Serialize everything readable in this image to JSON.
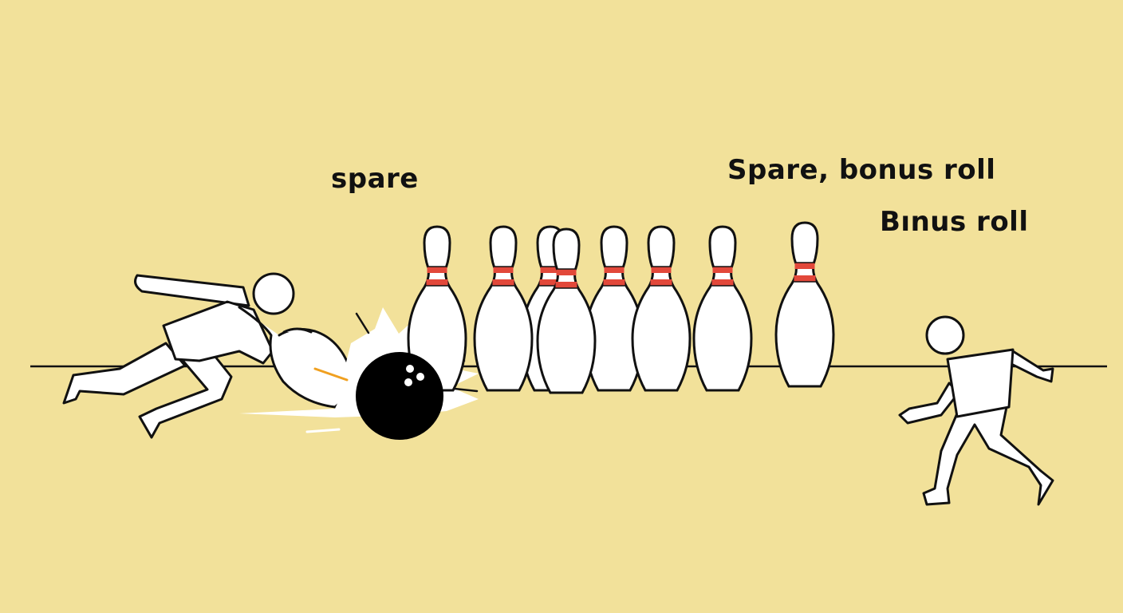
{
  "labels": {
    "first": "spare",
    "second": "Spare, bonus roll",
    "third": "Bınus roll"
  },
  "colors": {
    "background": "#f2e19a",
    "pin_stripe": "#e2483a",
    "ball": "#000000",
    "spark": "#f0a020"
  },
  "icons": [
    "bowler-left-icon",
    "bowling-ball-icon",
    "bowling-pin-icon",
    "bowler-right-icon"
  ]
}
